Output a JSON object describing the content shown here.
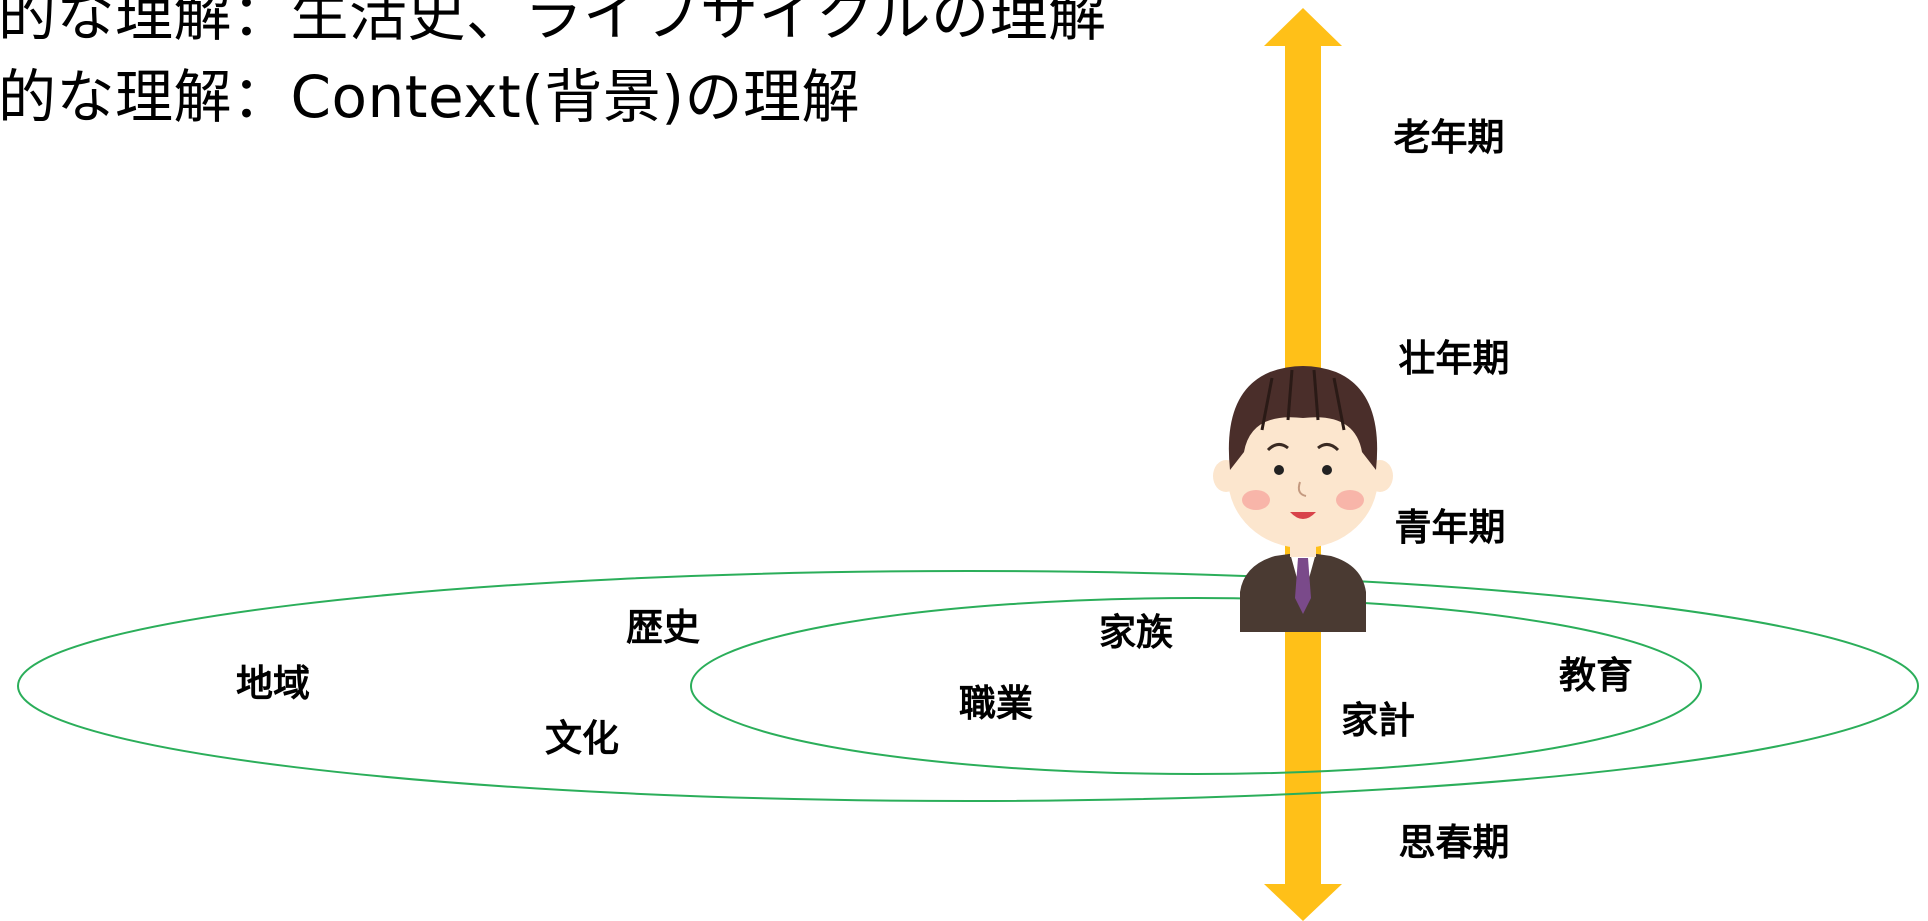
{
  "heading": {
    "line1": "的な理解：生活史、ライフサイクルの理解",
    "line2": "的な理解：Context(背景)の理解"
  },
  "life_stages": {
    "old_age": "老年期",
    "prime_age": "壮年期",
    "youth": "青年期",
    "adolescence": "思春期"
  },
  "context_labels": {
    "region": "地域",
    "history": "歴史",
    "culture": "文化",
    "family": "家族",
    "occupation": "職業",
    "household_finance": "家計",
    "education": "教育"
  },
  "colors": {
    "arrow": "#FFC018",
    "ellipse": "#2BAE5A",
    "suit": "#4A3A32",
    "tie": "#7A4A8A",
    "hair": "#4A2E2A",
    "skin": "#FCE6CE"
  }
}
